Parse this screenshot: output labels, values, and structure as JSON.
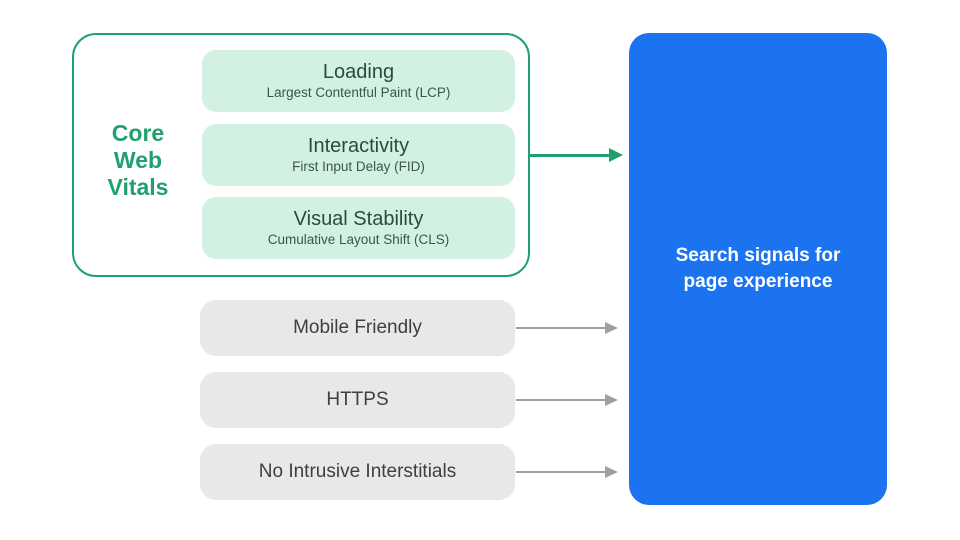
{
  "diagram": {
    "group_label": "Core Web Vitals",
    "core_web_vitals": [
      {
        "title": "Loading",
        "subtitle": "Largest Contentful Paint (LCP)"
      },
      {
        "title": "Interactivity",
        "subtitle": "First Input Delay (FID)"
      },
      {
        "title": "Visual Stability",
        "subtitle": "Cumulative Layout Shift (CLS)"
      }
    ],
    "other_signals": [
      {
        "label": "Mobile Friendly"
      },
      {
        "label": "HTTPS"
      },
      {
        "label": "No Intrusive Interstitials"
      }
    ],
    "result": {
      "label": "Search signals for page experience"
    }
  },
  "colors": {
    "accent_green": "#21a06f",
    "light_green_fill": "#d3f1e2",
    "dark_green_text": "#2c4a42",
    "gray_fill": "#e8e8e8",
    "gray_text": "#3c4043",
    "arrow_gray": "#9aa0a6",
    "result_blue": "#1b73f0",
    "result_text": "#ffffff",
    "background": "#ffffff"
  }
}
